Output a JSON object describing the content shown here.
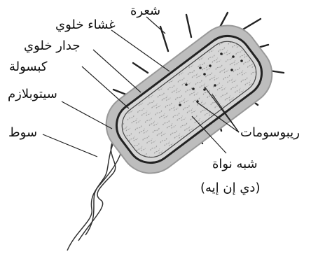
{
  "labels": {
    "pilus": "شعرة",
    "cell_membrane": "غشاء خلوي",
    "cell_wall": "جدار خلوي",
    "capsule": "كبسولة",
    "cytoplasm": "سيتوبلازم",
    "flagellum": "سوط",
    "ribosomes": "ريبوسومات",
    "nucleoid_line1": "شبه نواة",
    "nucleoid_line2": "(دي إن إيه)"
  }
}
